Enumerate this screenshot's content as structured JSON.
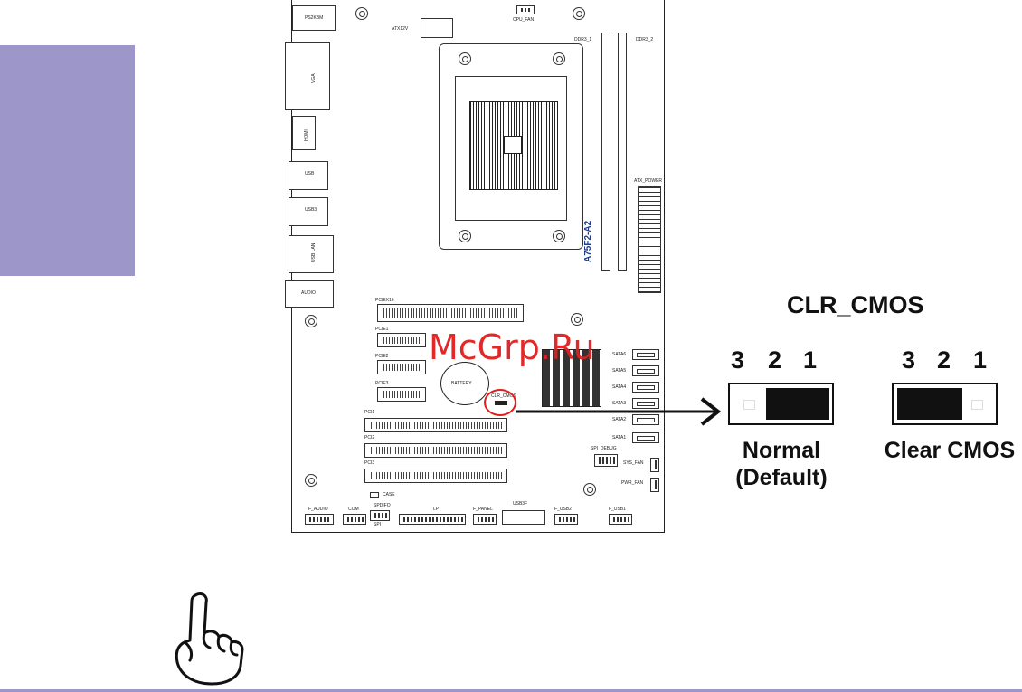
{
  "colors": {
    "tab": "#9d97c9",
    "highlight": "#e11d1d",
    "ink": "#111111"
  },
  "board": {
    "model": "A75F2-A2",
    "labels": {
      "ps2kbm": "PS2KBM",
      "vga": "VGA",
      "hdmi": "HDMI",
      "usb": "USB",
      "usb3": "USB3",
      "usb_lan": "USB LAN",
      "audio": "AUDIO",
      "atx12v": "ATX12V",
      "cpu_fan": "CPU_FAN",
      "ddr3_1": "DDR3_1",
      "ddr3_2": "DDR3_2",
      "atx_power": "ATX_POWER",
      "pciex16": "PCIEX16",
      "pcie1": "PCIE1",
      "pcie2": "PCIE2",
      "pcie3": "PCIE3",
      "battery": "BATTERY",
      "clr_cmos": "CLR_CMOS",
      "pci1": "PCI1",
      "pci2": "PCI2",
      "pci3": "PCI3",
      "sata6": "SATA6",
      "sata5": "SATA5",
      "sata4": "SATA4",
      "sata3": "SATA3",
      "sata2": "SATA2",
      "sata1": "SATA1",
      "spi_debug": "SPI_DEBUG",
      "sys_fan": "SYS_FAN",
      "pwr_fan": "PWR_FAN",
      "case": "CASE",
      "f_audio": "F_AUDIO",
      "com": "COM",
      "spdifo": "SPDIFO",
      "spi": "SPI",
      "lpt": "LPT",
      "f_panel": "F_PANEL",
      "usb3f": "USB3F",
      "f_usb2": "F_USB2",
      "f_usb1": "F_USB1"
    }
  },
  "jumper": {
    "title": "CLR_CMOS",
    "pin_numbers": [
      "3",
      "2",
      "1"
    ],
    "settings": [
      {
        "caption_line1": "Normal",
        "caption_line2": "(Default)"
      },
      {
        "caption_line1": "Clear CMOS",
        "caption_line2": ""
      }
    ]
  },
  "watermark": "McGrp.Ru"
}
